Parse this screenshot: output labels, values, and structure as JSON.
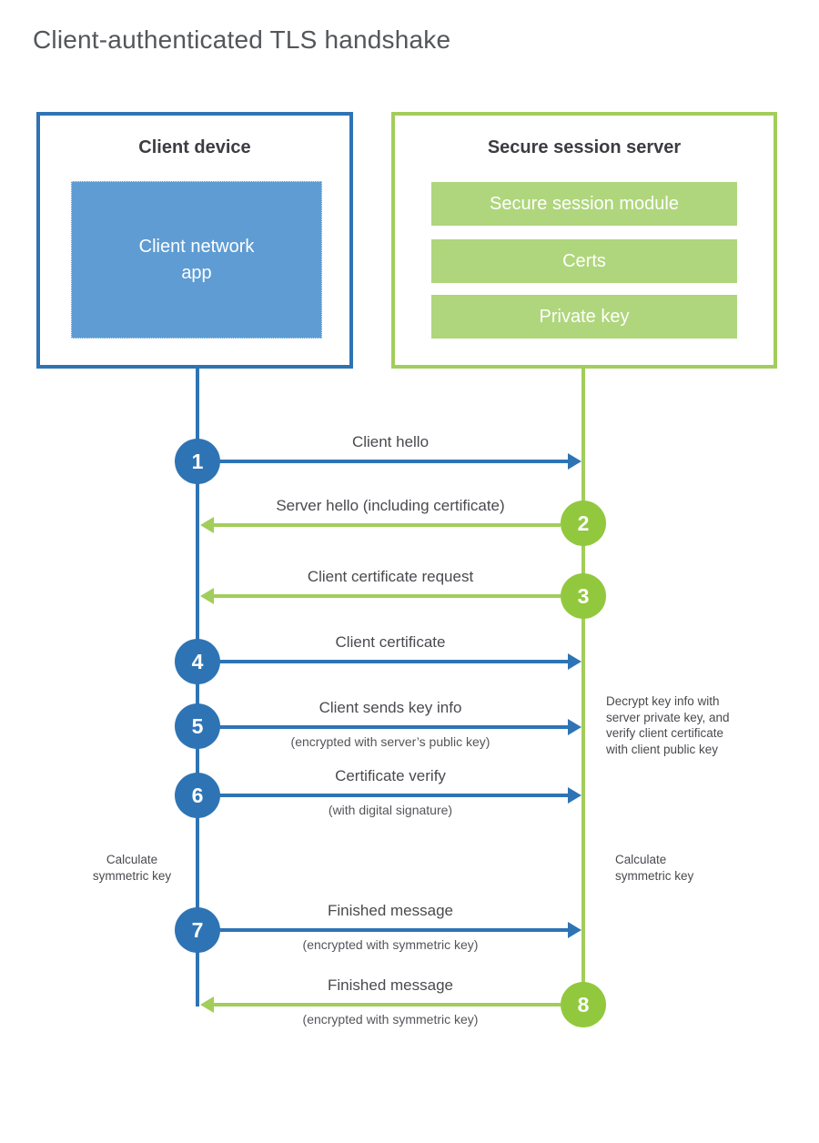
{
  "title": "Client-authenticated TLS handshake",
  "client": {
    "header": "Client device",
    "app": "Client network\napp"
  },
  "server": {
    "header": "Secure session server",
    "bars": [
      "Secure session module",
      "Certs",
      "Private key"
    ]
  },
  "steps": [
    {
      "num": "1",
      "label": "Client hello",
      "sub": "",
      "from": "client",
      "to": "server"
    },
    {
      "num": "2",
      "label": "Server hello (including certificate)",
      "sub": "",
      "from": "server",
      "to": "client"
    },
    {
      "num": "3",
      "label": "Client certificate request",
      "sub": "",
      "from": "server",
      "to": "client"
    },
    {
      "num": "4",
      "label": "Client certificate",
      "sub": "",
      "from": "client",
      "to": "server"
    },
    {
      "num": "5",
      "label": "Client sends key info",
      "sub": "(encrypted with server’s public key)",
      "from": "client",
      "to": "server"
    },
    {
      "num": "6",
      "label": "Certificate verify",
      "sub": "(with digital signature)",
      "from": "client",
      "to": "server"
    },
    {
      "num": "7",
      "label": "Finished message",
      "sub": "(encrypted with symmetric key)",
      "from": "client",
      "to": "server"
    },
    {
      "num": "8",
      "label": "Finished message",
      "sub": "(encrypted with symmetric key)",
      "from": "server",
      "to": "client"
    }
  ],
  "notes": {
    "decrypt": "Decrypt key info with\nserver private key, and\nverify client certificate\nwith client public key",
    "calc_client": "Calculate\nsymmetric key",
    "calc_server": "Calculate\nsymmetric key"
  },
  "colors": {
    "blue": "#2E74B5",
    "blue_light": "#5E9CD3",
    "green_circle": "#92C83E",
    "green_line": "#A2CD5B",
    "green_bar": "#AFD67C",
    "text": "#4A4A4F",
    "title_text": "#54565A"
  }
}
